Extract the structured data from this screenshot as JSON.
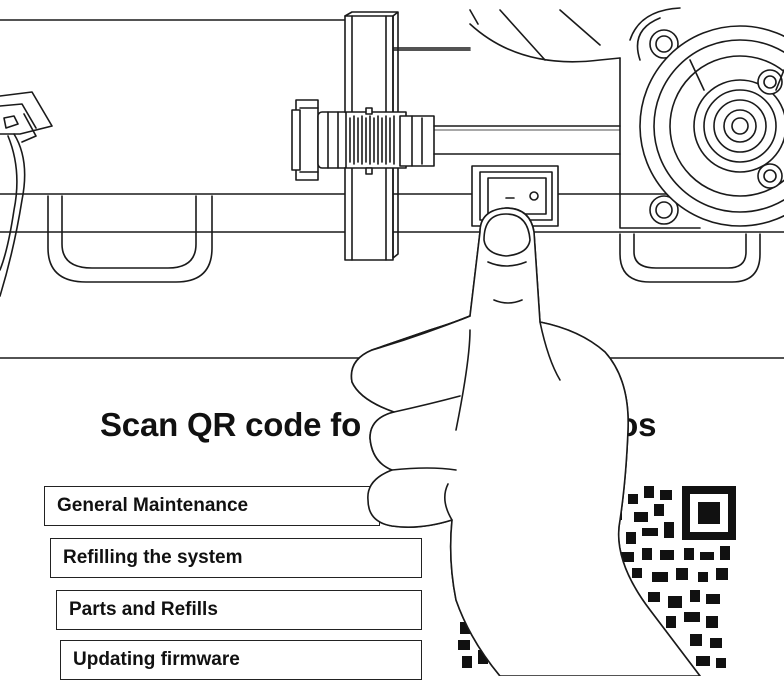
{
  "illustration": {
    "subject": "hand pressing rocker switch on device",
    "line_color": "#1a1a1a",
    "fill_color": "#ffffff",
    "switch_icon": "rocker-switch-icon"
  },
  "heading": {
    "text": "Scan QR code fo",
    "hidden_suffix_visible": "eos"
  },
  "menu": {
    "items": [
      {
        "label": "General Maintenance"
      },
      {
        "label": "Refilling the system"
      },
      {
        "label": "Parts and Refills"
      },
      {
        "label": "Updating firmware"
      }
    ]
  },
  "qr": {
    "icon": "qr-code-icon"
  }
}
